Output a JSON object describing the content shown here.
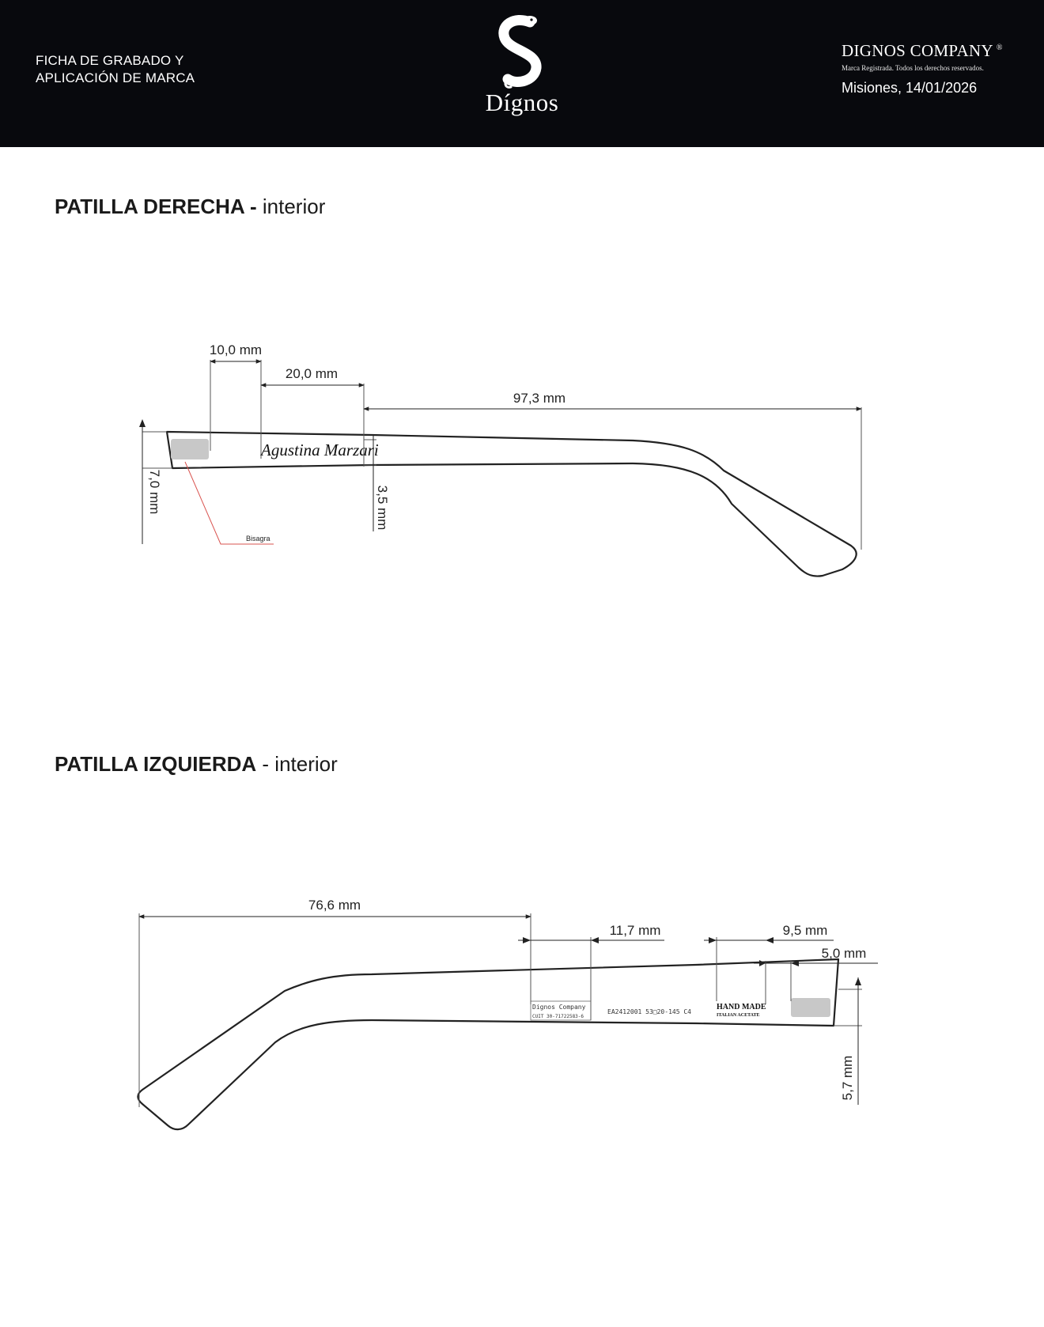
{
  "header": {
    "sheet_title_line1": "FICHA DE GRABADO Y",
    "sheet_title_line2": "APLICACIÓN DE MARCA",
    "logo_word": "Dígnos",
    "company": "DIGNOS COMPANY",
    "registered_mark": "®",
    "rights": "Marca Registrada. Todos los derechos reservados.",
    "place_date": "Misiones, 14/01/2026",
    "colors": {
      "background": "#08090d",
      "text": "#ffffff"
    }
  },
  "right_temple": {
    "title_bold": "PATILLA DERECHA -",
    "title_light": "interior",
    "dimensions": {
      "hinge_zone": "10,0 mm",
      "engraving_length": "20,0 mm",
      "total_length": "97,3 mm",
      "height": "7,0 mm",
      "engraving_height": "3,5 mm"
    },
    "engraving_text": "Agustina Marzari",
    "hinge_label": "Bisagra",
    "colors": {
      "hinge_fill": "#c8c8c8",
      "hinge_leader": "#d9534f"
    }
  },
  "left_temple": {
    "title_bold": "PATILLA IZQUIERDA",
    "title_light": "- interior",
    "dimensions": {
      "length_to_brand": "76,6 mm",
      "brand_block": "11,7 mm",
      "handmade_block": "9,5 mm",
      "hinge_zone": "5,0 mm",
      "height": "5,7 mm"
    },
    "engraving": {
      "brand_line1": "Dignos Company",
      "brand_line2": "CUIT 30-71722583-6",
      "model_code": "EA2412001 53□20-145 C4",
      "handmade_line1": "HAND MADE",
      "handmade_line2": "ITALIAN ACETATE"
    },
    "colors": {
      "hinge_fill": "#c8c8c8"
    }
  }
}
